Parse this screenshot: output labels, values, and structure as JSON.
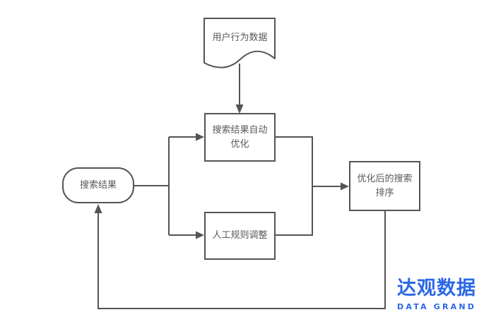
{
  "nodes": {
    "user_behavior_data": "用户行为数据",
    "auto_optimization": "搜索结果自动\n优化",
    "manual_rules": "人工规则调整",
    "search_results": "搜索结果",
    "optimized_ranking": "优化后的搜索\n排序"
  },
  "edges": [
    {
      "from": "user_behavior_data",
      "to": "auto_optimization"
    },
    {
      "from": "search_results",
      "to": "auto_optimization"
    },
    {
      "from": "search_results",
      "to": "manual_rules"
    },
    {
      "from": "auto_optimization",
      "to": "optimized_ranking"
    },
    {
      "from": "manual_rules",
      "to": "optimized_ranking"
    },
    {
      "from": "optimized_ranking",
      "to": "search_results"
    }
  ],
  "logo": {
    "cn": "达观数据",
    "en": "DATA GRAND",
    "color": "#2b68e4"
  },
  "colors": {
    "line": "#545454",
    "text": "#595959",
    "background": "#ffffff"
  }
}
